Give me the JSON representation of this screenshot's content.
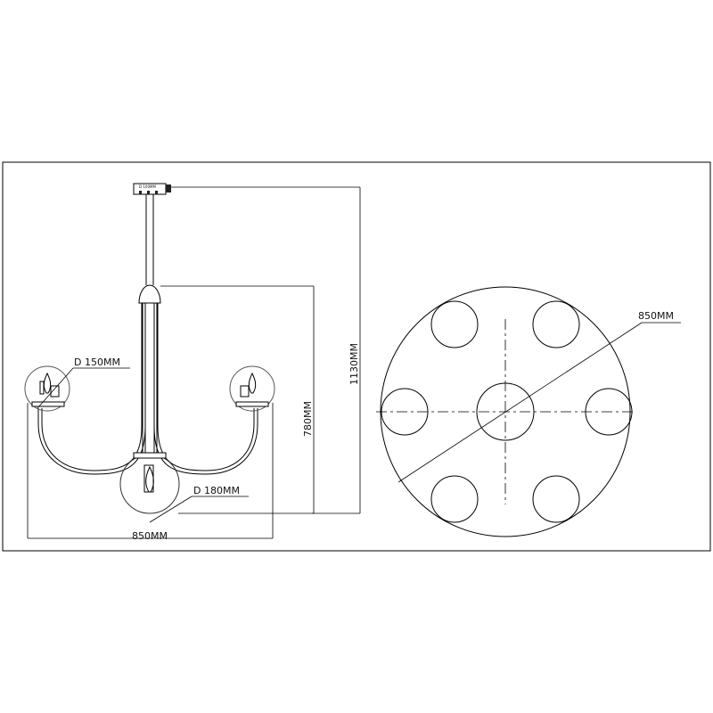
{
  "drawing": {
    "front_view": {
      "canopy_label": "D 100MM",
      "small_globe_label": "D 150MM",
      "large_globe_label": "D 180MM",
      "width_label": "850MM",
      "body_height_label": "780MM",
      "total_height_label": "1130MM"
    },
    "top_view": {
      "diameter_label": "850MM"
    }
  }
}
